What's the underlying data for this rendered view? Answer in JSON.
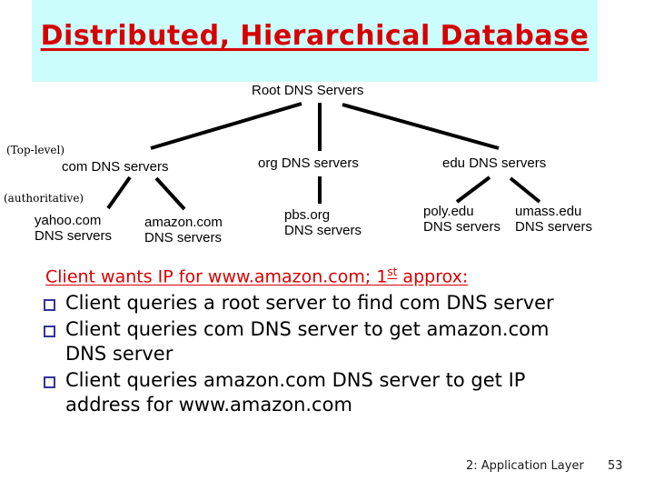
{
  "slide": {
    "title": "Distributed, Hierarchical Database",
    "title_color": "#d70000",
    "banner_color": "#ccfdfd"
  },
  "tree": {
    "root": {
      "label": "Root DNS Servers"
    },
    "tier_tags": [
      {
        "name": "top-level",
        "label": "(Top-level)"
      },
      {
        "name": "authoritative",
        "label": "(authoritative)"
      }
    ],
    "tld": [
      {
        "label": "com DNS servers"
      },
      {
        "label": "org DNS servers"
      },
      {
        "label": "edu DNS servers"
      }
    ],
    "authoritative": [
      {
        "line1": "yahoo.com",
        "line2": "DNS servers"
      },
      {
        "line1": "amazon.com",
        "line2": "DNS servers"
      },
      {
        "line1": "pbs.org",
        "line2": "DNS servers"
      },
      {
        "line1": "poly.edu",
        "line2": "DNS servers"
      },
      {
        "line1": "umass.edu",
        "line2": "DNS servers"
      }
    ]
  },
  "body": {
    "heading_prefix": "Client wants IP for www.amazon.com; 1",
    "heading_sup": "st",
    "heading_suffix": " approx:",
    "bullet_color": "#333399",
    "bullets": [
      "Client queries a root server to find com DNS server",
      "Client queries com DNS server to get amazon.com DNS server",
      "Client queries amazon.com DNS server to get  IP address for www.amazon.com"
    ]
  },
  "footer": {
    "label": "2: Application Layer",
    "page": "53"
  }
}
